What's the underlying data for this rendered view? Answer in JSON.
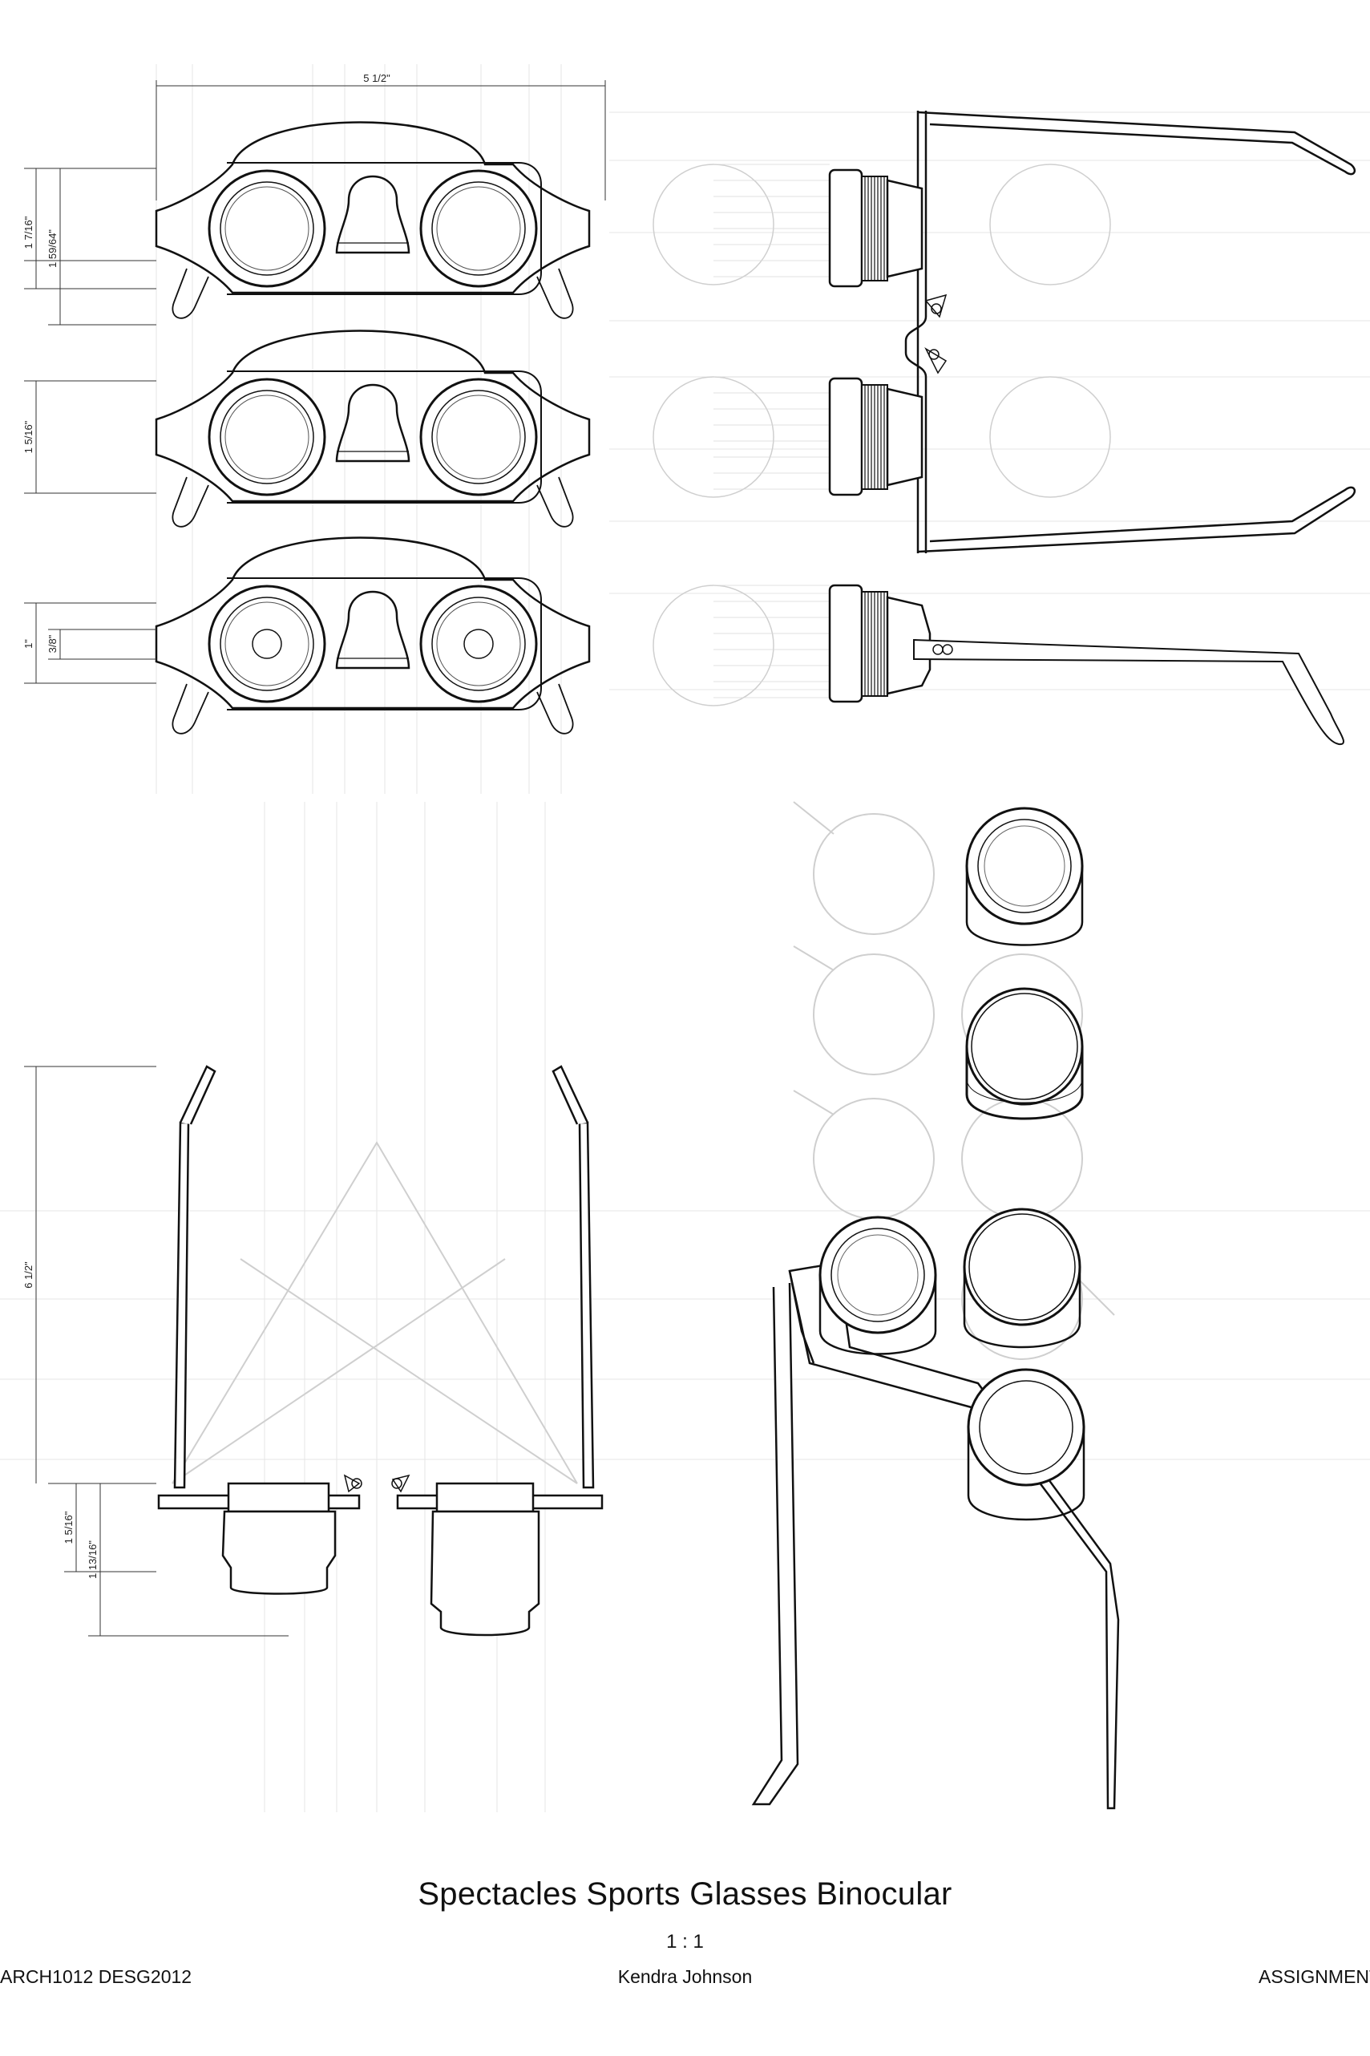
{
  "sheet": {
    "title": "Spectacles Sports Glasses Binocular",
    "scale": "1 : 1",
    "course": "ARCH1012 DESG2012",
    "author": "Kendra Johnson",
    "assignment": "ASSIGNMENT"
  },
  "dimensions": {
    "overall_width": "5 1/2\"",
    "front_height_a": "1 7/16\"",
    "front_height_b": "1 59/64\"",
    "mid_height": "1 5/16\"",
    "eyepiece_outer": "1\"",
    "eyepiece_inner": "3/8\"",
    "temple_length": "6 1/2\"",
    "top_depth_a": "1 5/16\"",
    "top_depth_b": "1 13/16\""
  },
  "icons": {
    "stroke_color": "#111111",
    "faint_color": "#c8c8c8",
    "guide_color": "#e6e6e6"
  }
}
